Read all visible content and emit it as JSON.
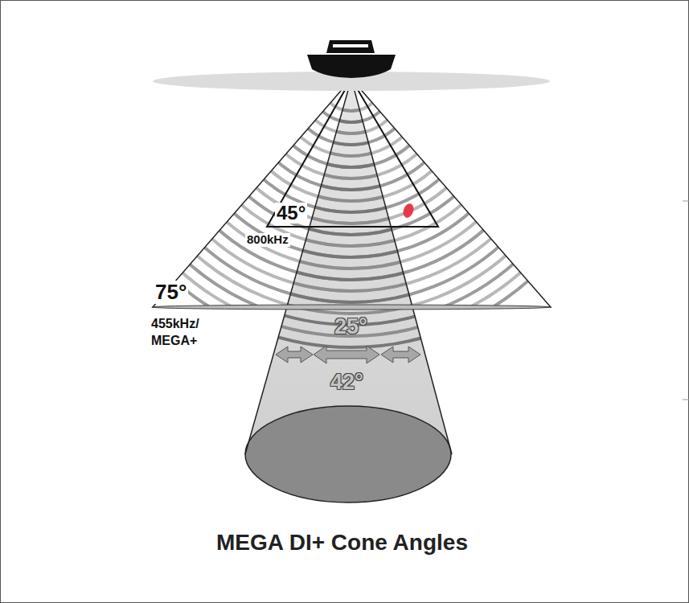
{
  "diagram": {
    "caption": "MEGA DI+ Cone Angles",
    "labels": [
      "45°",
      "800kHz",
      "75°",
      "455kHz/ MEGA+",
      "25°",
      "42°"
    ]
  }
}
